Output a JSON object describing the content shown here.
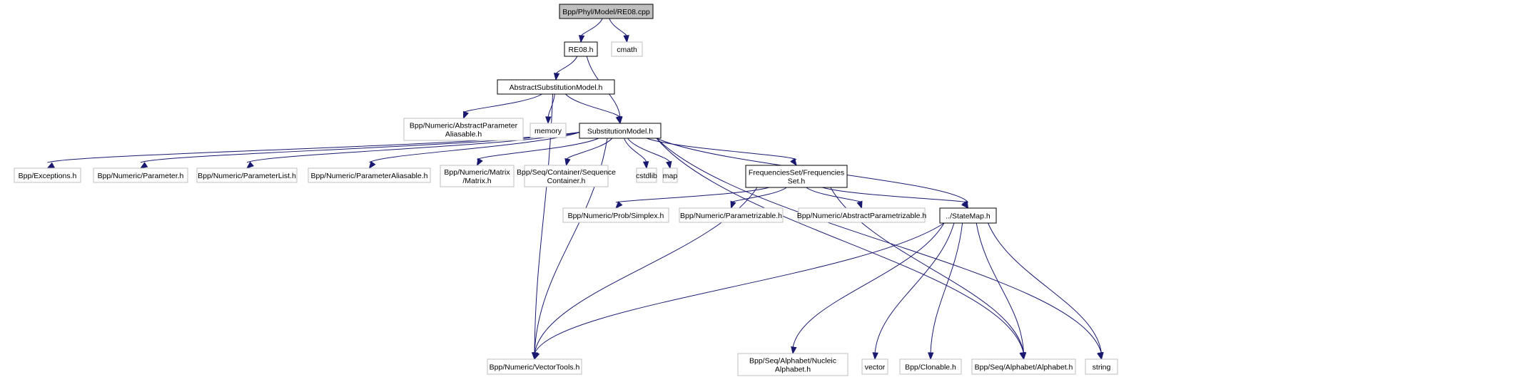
{
  "diagram": {
    "type": "include-dependency-graph",
    "colors": {
      "edge": "#191970",
      "root_fill": "#bfbfbf",
      "documented_border": "#000000",
      "external_border": "#bfbfbf"
    },
    "nodes": [
      {
        "id": "root",
        "lines": [
          "Bpp/Phyl/Model/RE08.cpp"
        ],
        "kind": "root"
      },
      {
        "id": "re08",
        "lines": [
          "RE08.h"
        ],
        "kind": "main"
      },
      {
        "id": "cmath",
        "lines": [
          "cmath"
        ],
        "kind": "external"
      },
      {
        "id": "asm",
        "lines": [
          "AbstractSubstitutionModel.h"
        ],
        "kind": "main"
      },
      {
        "id": "apa",
        "lines": [
          "Bpp/Numeric/AbstractParameter",
          "Aliasable.h"
        ],
        "kind": "external"
      },
      {
        "id": "memory",
        "lines": [
          "memory"
        ],
        "kind": "external"
      },
      {
        "id": "sm",
        "lines": [
          "SubstitutionModel.h"
        ],
        "kind": "main"
      },
      {
        "id": "exc",
        "lines": [
          "Bpp/Exceptions.h"
        ],
        "kind": "external"
      },
      {
        "id": "param",
        "lines": [
          "Bpp/Numeric/Parameter.h"
        ],
        "kind": "external"
      },
      {
        "id": "plist",
        "lines": [
          "Bpp/Numeric/ParameterList.h"
        ],
        "kind": "external"
      },
      {
        "id": "palias",
        "lines": [
          "Bpp/Numeric/ParameterAliasable.h"
        ],
        "kind": "external"
      },
      {
        "id": "matrix",
        "lines": [
          "Bpp/Numeric/Matrix",
          "/Matrix.h"
        ],
        "kind": "external"
      },
      {
        "id": "seqcont",
        "lines": [
          "Bpp/Seq/Container/Sequence",
          "Container.h"
        ],
        "kind": "external"
      },
      {
        "id": "cstdlib",
        "lines": [
          "cstdlib"
        ],
        "kind": "external"
      },
      {
        "id": "map",
        "lines": [
          "map"
        ],
        "kind": "external"
      },
      {
        "id": "freq",
        "lines": [
          "FrequenciesSet/Frequencies",
          "Set.h"
        ],
        "kind": "main"
      },
      {
        "id": "simplex",
        "lines": [
          "Bpp/Numeric/Prob/Simplex.h"
        ],
        "kind": "external"
      },
      {
        "id": "parz",
        "lines": [
          "Bpp/Numeric/Parametrizable.h"
        ],
        "kind": "external"
      },
      {
        "id": "aparz",
        "lines": [
          "Bpp/Numeric/AbstractParametrizable.h"
        ],
        "kind": "external"
      },
      {
        "id": "statemap",
        "lines": [
          "../StateMap.h"
        ],
        "kind": "main"
      },
      {
        "id": "vt",
        "lines": [
          "Bpp/Numeric/VectorTools.h"
        ],
        "kind": "external"
      },
      {
        "id": "nucl",
        "lines": [
          "Bpp/Seq/Alphabet/Nucleic",
          "Alphabet.h"
        ],
        "kind": "external"
      },
      {
        "id": "vector",
        "lines": [
          "vector"
        ],
        "kind": "external"
      },
      {
        "id": "clon",
        "lines": [
          "Bpp/Clonable.h"
        ],
        "kind": "external"
      },
      {
        "id": "alpha",
        "lines": [
          "Bpp/Seq/Alphabet/Alphabet.h"
        ],
        "kind": "external"
      },
      {
        "id": "string",
        "lines": [
          "string"
        ],
        "kind": "external"
      }
    ],
    "edges": [
      [
        "root",
        "re08"
      ],
      [
        "root",
        "cmath"
      ],
      [
        "re08",
        "asm"
      ],
      [
        "re08",
        "sm"
      ],
      [
        "asm",
        "vt"
      ],
      [
        "asm",
        "apa"
      ],
      [
        "asm",
        "memory"
      ],
      [
        "asm",
        "sm"
      ],
      [
        "sm",
        "exc"
      ],
      [
        "sm",
        "param"
      ],
      [
        "sm",
        "plist"
      ],
      [
        "sm",
        "palias"
      ],
      [
        "sm",
        "matrix"
      ],
      [
        "sm",
        "seqcont"
      ],
      [
        "sm",
        "cstdlib"
      ],
      [
        "sm",
        "map"
      ],
      [
        "sm",
        "vt"
      ],
      [
        "sm",
        "freq"
      ],
      [
        "sm",
        "statemap"
      ],
      [
        "sm",
        "alpha"
      ],
      [
        "sm",
        "string"
      ],
      [
        "freq",
        "simplex"
      ],
      [
        "freq",
        "parz"
      ],
      [
        "freq",
        "aparz"
      ],
      [
        "freq",
        "statemap"
      ],
      [
        "freq",
        "vt"
      ],
      [
        "freq",
        "alpha"
      ],
      [
        "statemap",
        "vt"
      ],
      [
        "statemap",
        "nucl"
      ],
      [
        "statemap",
        "vector"
      ],
      [
        "statemap",
        "clon"
      ],
      [
        "statemap",
        "alpha"
      ],
      [
        "statemap",
        "string"
      ]
    ]
  }
}
